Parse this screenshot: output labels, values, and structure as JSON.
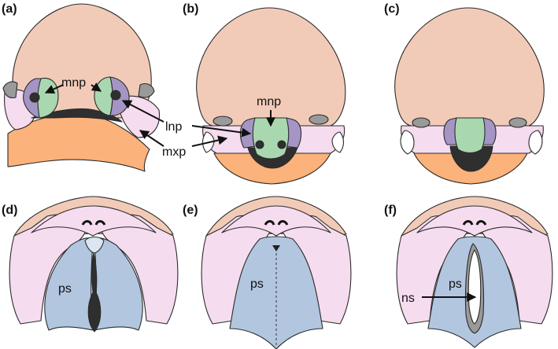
{
  "panels": [
    {
      "letter": "(a)"
    },
    {
      "letter": "(b)"
    },
    {
      "letter": "(c)"
    },
    {
      "letter": "(d)"
    },
    {
      "letter": "(e)"
    },
    {
      "letter": "(f)"
    }
  ],
  "labels": {
    "mnp_a": "mnp",
    "mnp_b": "mnp",
    "lnp": "lnp",
    "mxp": "mxp",
    "ps_d": "ps",
    "ps_e": "ps",
    "ps_f": "ps",
    "ns": "ns"
  },
  "colors": {
    "skin": "#f2cbb8",
    "lateral": "#f6dcef",
    "mandible": "#fbb27b",
    "medial_nasal": "#a9d8b0",
    "lateral_nasal": "#a595c5",
    "oral_cavity": "#2f2f2f",
    "palate": "#b2c6df",
    "septum": "#9a9a9a"
  }
}
